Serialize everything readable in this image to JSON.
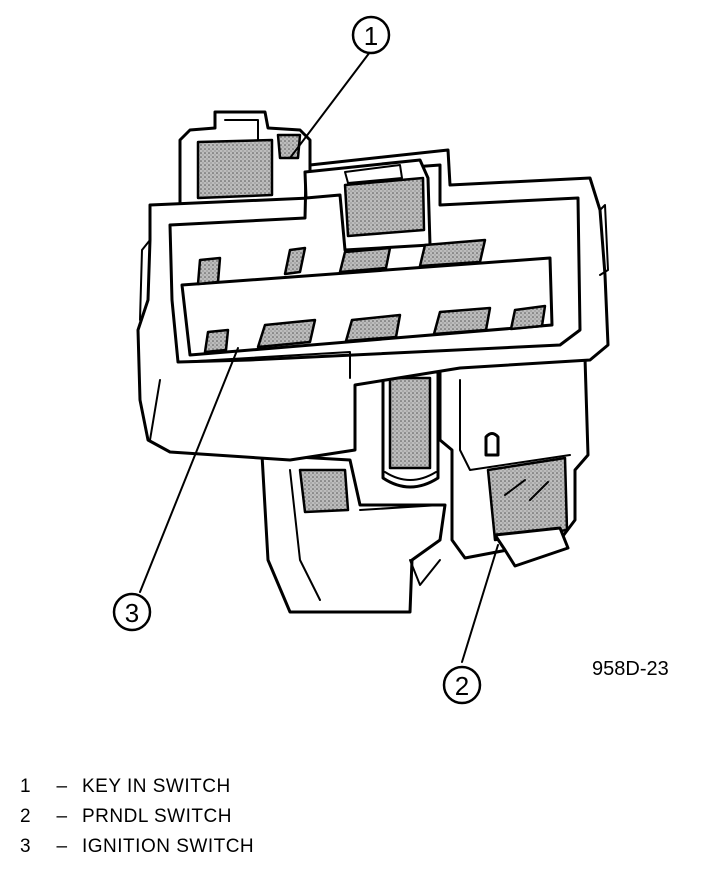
{
  "figure_ref": "958D-23",
  "callouts": [
    "1",
    "2",
    "3"
  ],
  "legend": [
    {
      "num": "1",
      "sep": "–",
      "label": "KEY IN SWITCH"
    },
    {
      "num": "2",
      "sep": "–",
      "label": "PRNDL SWITCH"
    },
    {
      "num": "3",
      "sep": "–",
      "label": "IGNITION SWITCH"
    }
  ]
}
